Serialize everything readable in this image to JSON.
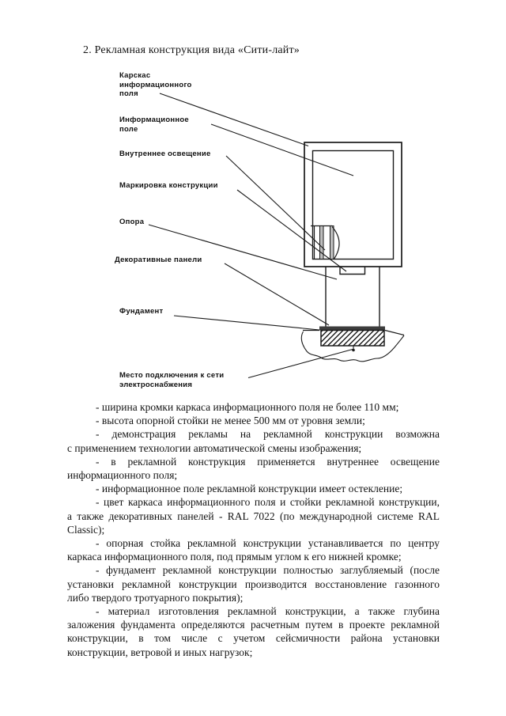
{
  "document": {
    "title": "2. Рекламная конструкция вида «Сити-лайт»",
    "diagram": {
      "labels": {
        "frame": "Карскас\nинформационного\nполя",
        "info_field": "Информационное\nполе",
        "lighting": "Внутреннее освещение",
        "marking": "Маркировка конструкции",
        "support": "Опора",
        "panels": "Декоративные панели",
        "foundation": "Фундамент",
        "power": "Место подключения к сети\nэлектроснабжения"
      }
    },
    "spec_lines": [
      "- ширина кромки каркаса информационного поля не более 110 мм;",
      "- высота опорной стойки не менее 500 мм от уровня земли;",
      "- демонстрация рекламы на рекламной конструкции возможна",
      "с применением технологии автоматической смены изображения;",
      "- в рекламной конструкция применяется внутреннее освещение",
      "информационного поля;",
      "- информационное поле рекламной конструкции имеет остекление;",
      "- цвет каркаса информационного поля и стойки рекламной конструкции,",
      "а также декоративных панелей - RAL 7022 (по международной системе RAL",
      "Classic);",
      "- опорная стойка рекламной конструкции устанавливается по центру",
      "каркаса информационного поля, под прямым углом к его нижней кромке;",
      "- фундамент рекламной конструкции полностью заглубляемый (после",
      "установки рекламной конструкции производится восстановление газонного",
      "либо твердого тротуарного покрытия);",
      "- материал изготовления рекламной конструкции, а также глубина",
      "заложения фундамента определяются расчетным путем в проекте рекламной",
      "конструкции, в том числе с учетом сейсмичности района установки",
      "конструкции, ветровой и иных нагрузок;"
    ]
  }
}
